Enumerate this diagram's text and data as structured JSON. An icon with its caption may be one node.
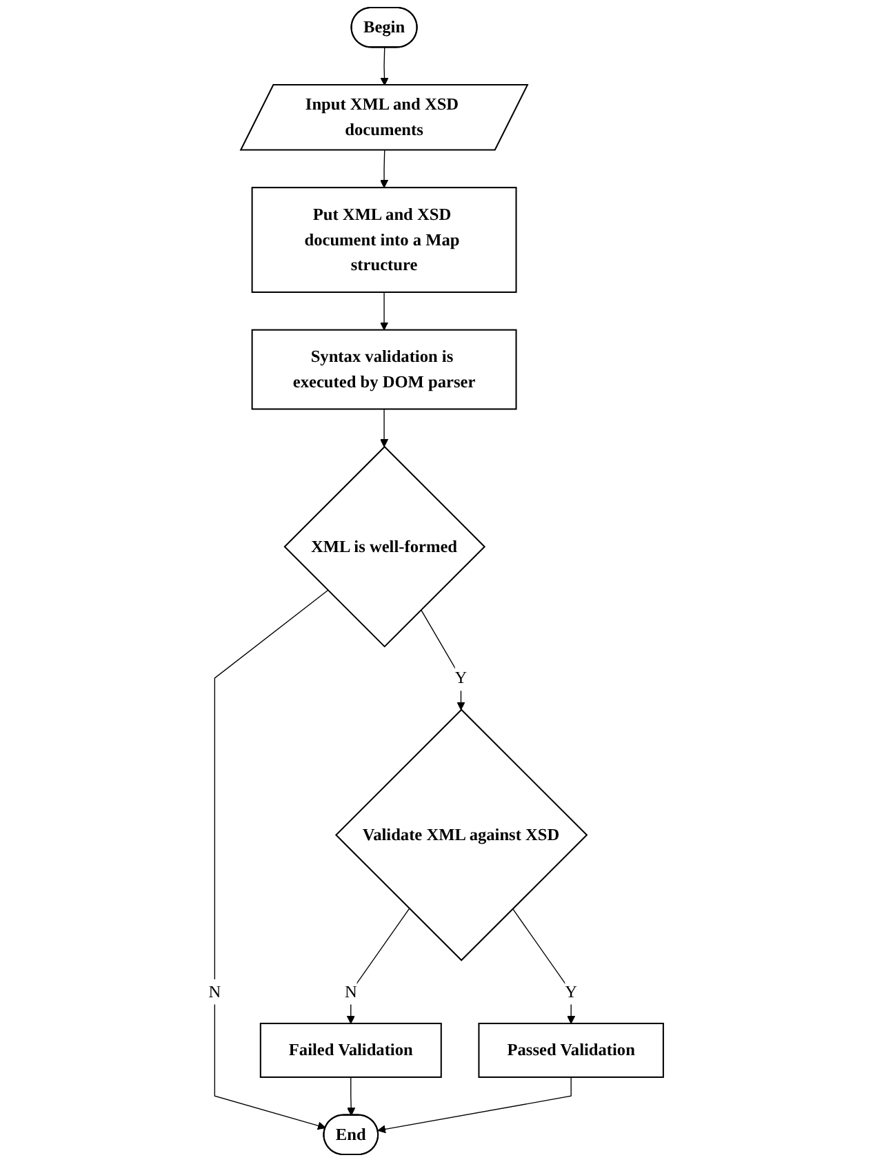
{
  "diagram": {
    "nodes": [
      {
        "text": [
          "Begin"
        ]
      },
      {
        "text": [
          "Input XML and XSD documents"
        ]
      },
      {
        "text": [
          "Put XML and XSD document into a Map structure"
        ]
      },
      {
        "text": [
          "Syntax validation is executed by DOM parser"
        ]
      },
      {
        "text": [
          "XML is well-formed"
        ]
      },
      {
        "text": [
          "Validate XML against XSD"
        ]
      },
      {
        "text": [
          "Failed Validation"
        ]
      },
      {
        "text": [
          "Passed Validation"
        ]
      },
      {
        "text": [
          "End"
        ]
      }
    ],
    "edges": [
      {
        "from": 0,
        "to": 1,
        "arrow": "to"
      },
      {
        "from": 1,
        "to": 2,
        "arrow": "to"
      },
      {
        "from": 2,
        "to": 3,
        "arrow": "to"
      },
      {
        "from": 3,
        "to": 4,
        "arrow": "to"
      },
      {
        "from": 4,
        "to": 8,
        "arrow": "to",
        "label": "N"
      },
      {
        "from": 4,
        "to": 5,
        "arrow": "to",
        "label": "Y"
      },
      {
        "from": 5,
        "to": 6,
        "arrow": "to",
        "label": "N"
      },
      {
        "from": 5,
        "to": 7,
        "arrow": "to",
        "label": "Y"
      },
      {
        "from": 6,
        "to": 8,
        "arrow": "to"
      },
      {
        "from": 7,
        "to": 8,
        "arrow": "to"
      }
    ]
  }
}
